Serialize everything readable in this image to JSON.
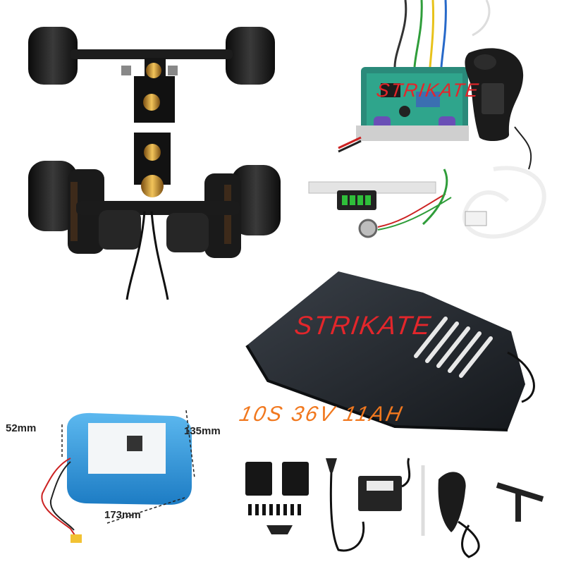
{
  "watermark": {
    "brand_top": "STRIKATE",
    "brand_mid": "STRIKATE"
  },
  "battery": {
    "spec": "10S 36V 11AH",
    "height_label": "52mm",
    "width_label": "135mm",
    "length_label": "173mm",
    "case_color": "#2e93d8"
  },
  "colors": {
    "watermark": "#e3262b",
    "spec": "#f1781e"
  }
}
